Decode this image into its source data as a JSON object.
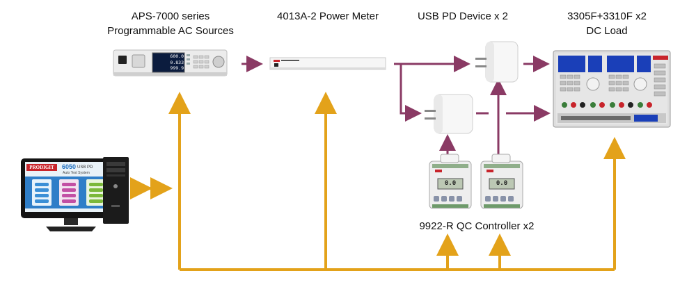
{
  "labels": {
    "ac_source_line1": "APS-7000 series",
    "ac_source_line2": "Programmable AC Sources",
    "power_meter": "4013A-2 Power Meter",
    "usb_pd": "USB PD Device x 2",
    "dc_load_line1": "3305F+3310F x2",
    "dc_load_line2": "DC Load",
    "qc_controller": "9922-R QC Controller x2"
  },
  "screen": {
    "brand": "PRODIGIT",
    "product_number": "6050",
    "product_suffix": "USB PD",
    "subtitle": "Auto Test System"
  },
  "ac_display": {
    "v1": "600.0",
    "v2": "0.833",
    "v3": "999.9"
  },
  "qc_display": {
    "left": "0.0",
    "right": "0.0"
  },
  "colors": {
    "control_line": "#e3a21a",
    "power_line": "#8a3a64",
    "screen_bg": "#2f7ec8",
    "brand_red": "#c8242b"
  }
}
